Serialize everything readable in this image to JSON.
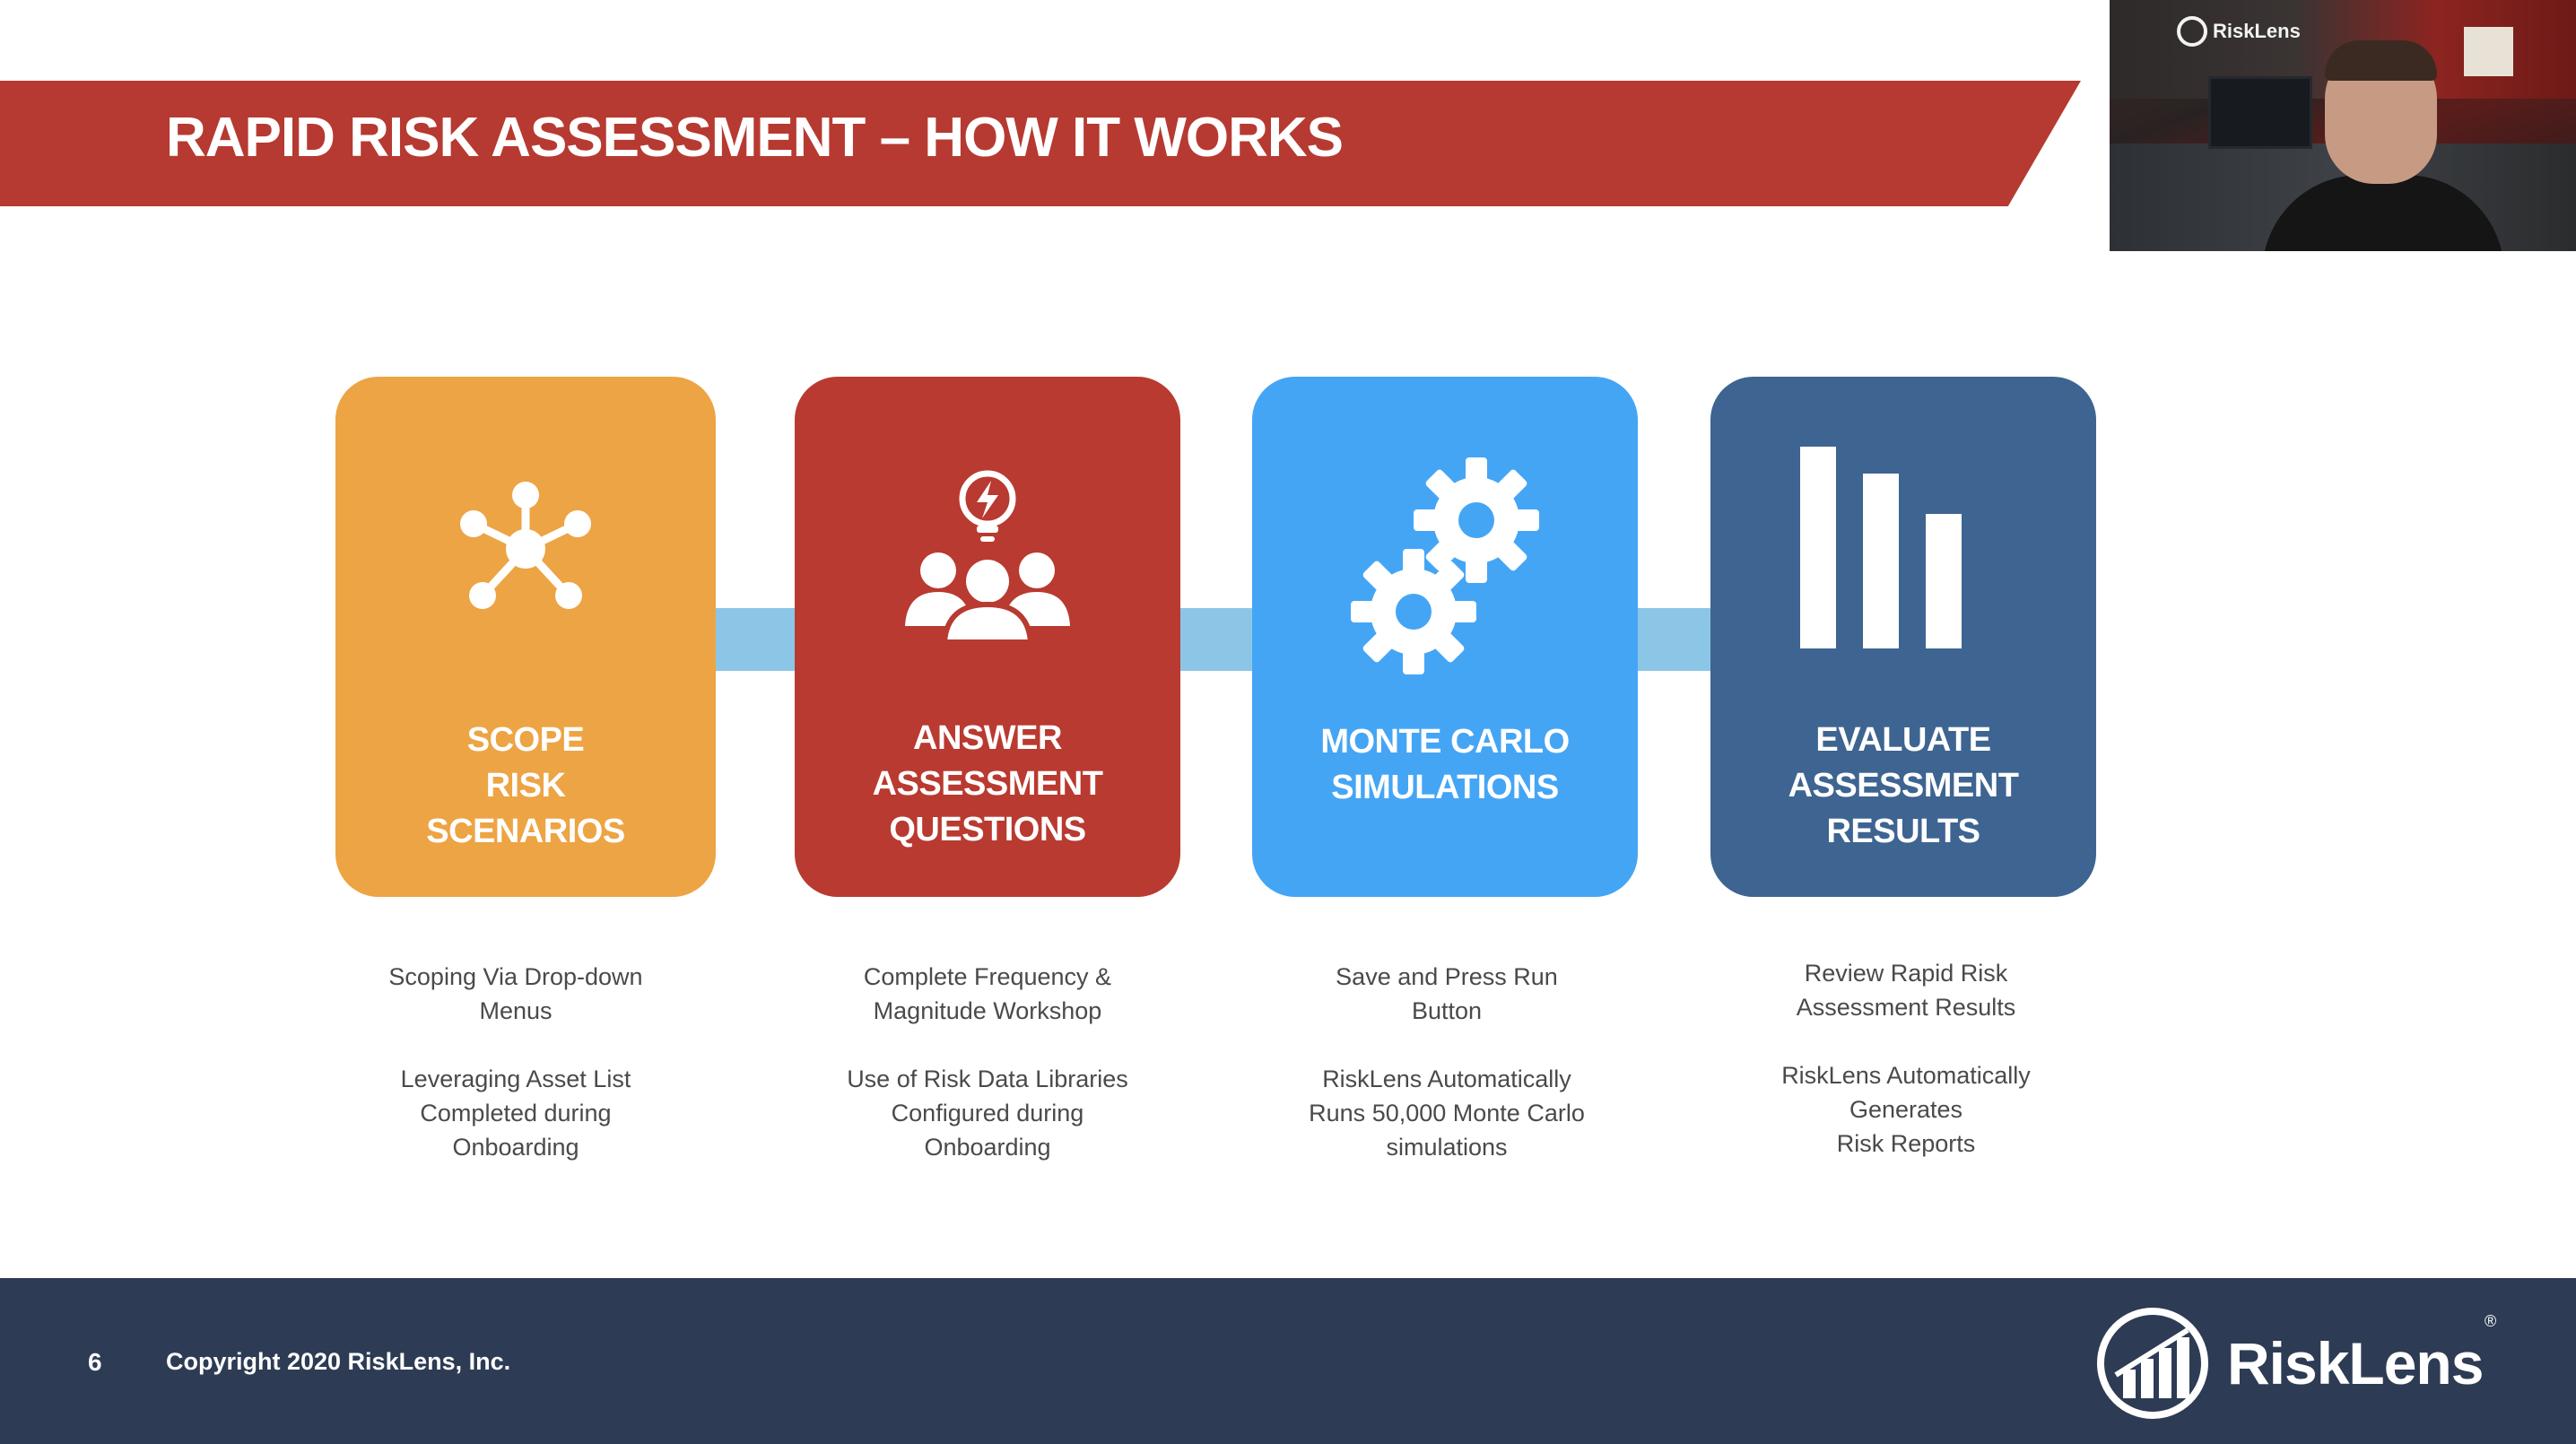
{
  "slide": {
    "title": "RAPID RISK ASSESSMENT – HOW IT WORKS",
    "steps": [
      {
        "title_lines": [
          "SCOPE",
          "RISK",
          "SCENARIOS"
        ],
        "icon": "network-icon",
        "color": "#eda444",
        "desc": [
          "Scoping Via Drop-down\nMenus",
          "Leveraging Asset List\nCompleted during\nOnboarding"
        ]
      },
      {
        "title_lines": [
          "ANSWER",
          "ASSESSMENT",
          "QUESTIONS"
        ],
        "icon": "team-idea-icon",
        "color": "#b93a30",
        "desc": [
          "Complete Frequency &\nMagnitude Workshop",
          "Use of Risk Data Libraries\nConfigured during\nOnboarding"
        ]
      },
      {
        "title_lines": [
          "MONTE CARLO",
          "SIMULATIONS"
        ],
        "icon": "gears-icon",
        "color": "#45a5f5",
        "desc": [
          "Save and Press Run\nButton",
          "RiskLens Automatically\nRuns 50,000 Monte Carlo\nsimulations"
        ]
      },
      {
        "title_lines": [
          "EVALUATE",
          "ASSESSMENT",
          "RESULTS"
        ],
        "icon": "bar-chart-icon",
        "color": "#3e6491",
        "desc": [
          "Review Rapid Risk\nAssessment Results",
          "RiskLens Automatically\nGenerates\nRisk Reports"
        ]
      }
    ],
    "connector_color": "#8cc6e7"
  },
  "footer": {
    "page_number": "6",
    "copyright": "Copyright 2020 RiskLens, Inc.",
    "brand": "RiskLens",
    "brand_mark": "®"
  },
  "webcam": {
    "logo_text": "RiskLens"
  },
  "colors": {
    "banner": "#b63a31",
    "footer": "#2d3c54"
  }
}
